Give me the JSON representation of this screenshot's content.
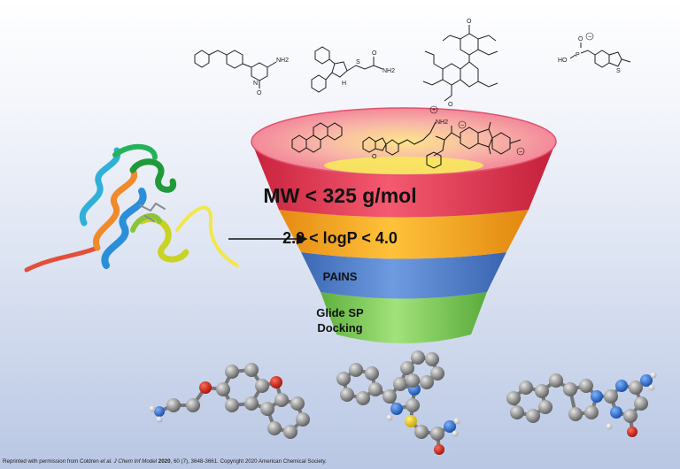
{
  "funnel": {
    "stages": [
      {
        "label": "MW < 325 g/mol",
        "color": "#e8304e"
      },
      {
        "label": "2.0 < logP < 4.0",
        "color": "#f6a31c"
      },
      {
        "label": "PAINS",
        "color": "#4f7fc9"
      },
      {
        "label": "Glide SP",
        "label2": "Docking",
        "color": "#7ccc55"
      }
    ],
    "rim_color": "#f59aa6",
    "inner_glow": "#f7e65a"
  },
  "protein": {
    "description_icon": "protein-ribbon-icon"
  },
  "molecules": {
    "charges": {
      "plus": "+",
      "minus": "−"
    },
    "atoms": {
      "nh2": "NH2",
      "h": "H",
      "n": "N",
      "o": "O",
      "s": "S",
      "p": "P",
      "ho": "HO"
    }
  },
  "credit": {
    "part1": "Reprinted with permission from Coldren ",
    "etal": "et al.",
    "journal": " J Chem Inf Model ",
    "year": "2020",
    "part2": ", 60 (7), 3648-3661. Copyright 2020 American Chemical Society."
  }
}
